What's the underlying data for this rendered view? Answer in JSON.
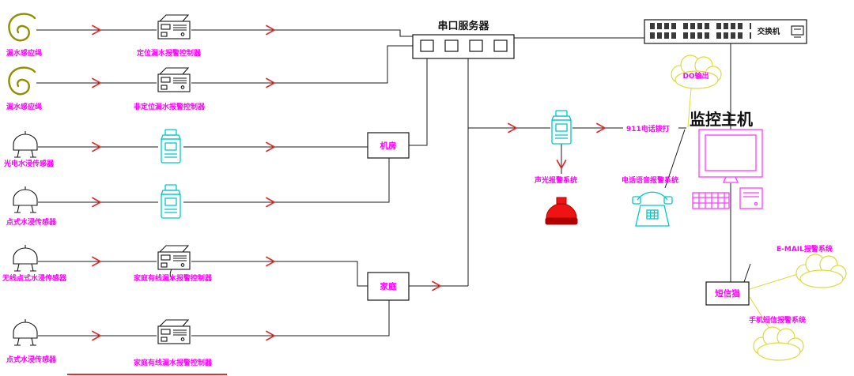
{
  "diagram": {
    "sensors": [
      {
        "label": "漏水感应绳"
      },
      {
        "label": "漏水感应绳"
      },
      {
        "label": "光电水浸传感器"
      },
      {
        "label": "点式水浸传感器"
      },
      {
        "label": "无线点式水浸传感器"
      },
      {
        "label": "点式水浸传感器"
      }
    ],
    "controllers": [
      {
        "label": "定位漏水报警控制器"
      },
      {
        "label": "非定位漏水报警控制器"
      },
      {
        "label": "家庭有线漏水报警控制器"
      },
      {
        "label": "家庭有线漏水报警控制器"
      }
    ],
    "boxes": {
      "room": "机房",
      "home": "家庭",
      "serial_server": "串口服务器",
      "switch": "交换机",
      "sms_modem": "短信猫"
    },
    "labels": {
      "do_output": "DO输出",
      "call_911": "911电话拨打",
      "sound_light_alarm": "声光报警系统",
      "phone_voice_alarm": "电话语音报警系统",
      "monitor_host": "监控主机",
      "email_alarm": "E-MAIL报警系统",
      "sms_alarm": "手机短信报警系统"
    },
    "icons": {
      "leak_cable": "coil-cable-icon",
      "water_sensor": "water-sensor-tank-icon",
      "controller": "alarm-controller-icon",
      "transmitter": "cyan-transmitter-icon",
      "serial_server": "serial-server-box-icon",
      "switch": "network-switch-icon",
      "siren": "siren-dome-icon",
      "telephone": "telephone-icon",
      "monitor": "crt-monitor-icon",
      "keyboard": "keyboard-icon",
      "pc_case": "pc-case-icon",
      "cloud": "cloud-icon",
      "sms_modem": "sms-modem-icon"
    },
    "colors": {
      "label_magenta": "#FF00FF",
      "arrow_red": "#E03030",
      "line_black": "#1A1A1A",
      "coil_olive": "#8F8F00",
      "device_cyan": "#00C8C8",
      "alarm_red": "#EE1414",
      "alarm_dark": "#B00000",
      "cloud_yellow": "#DCDC3C",
      "monitor_magenta": "#FF3CFF"
    }
  }
}
